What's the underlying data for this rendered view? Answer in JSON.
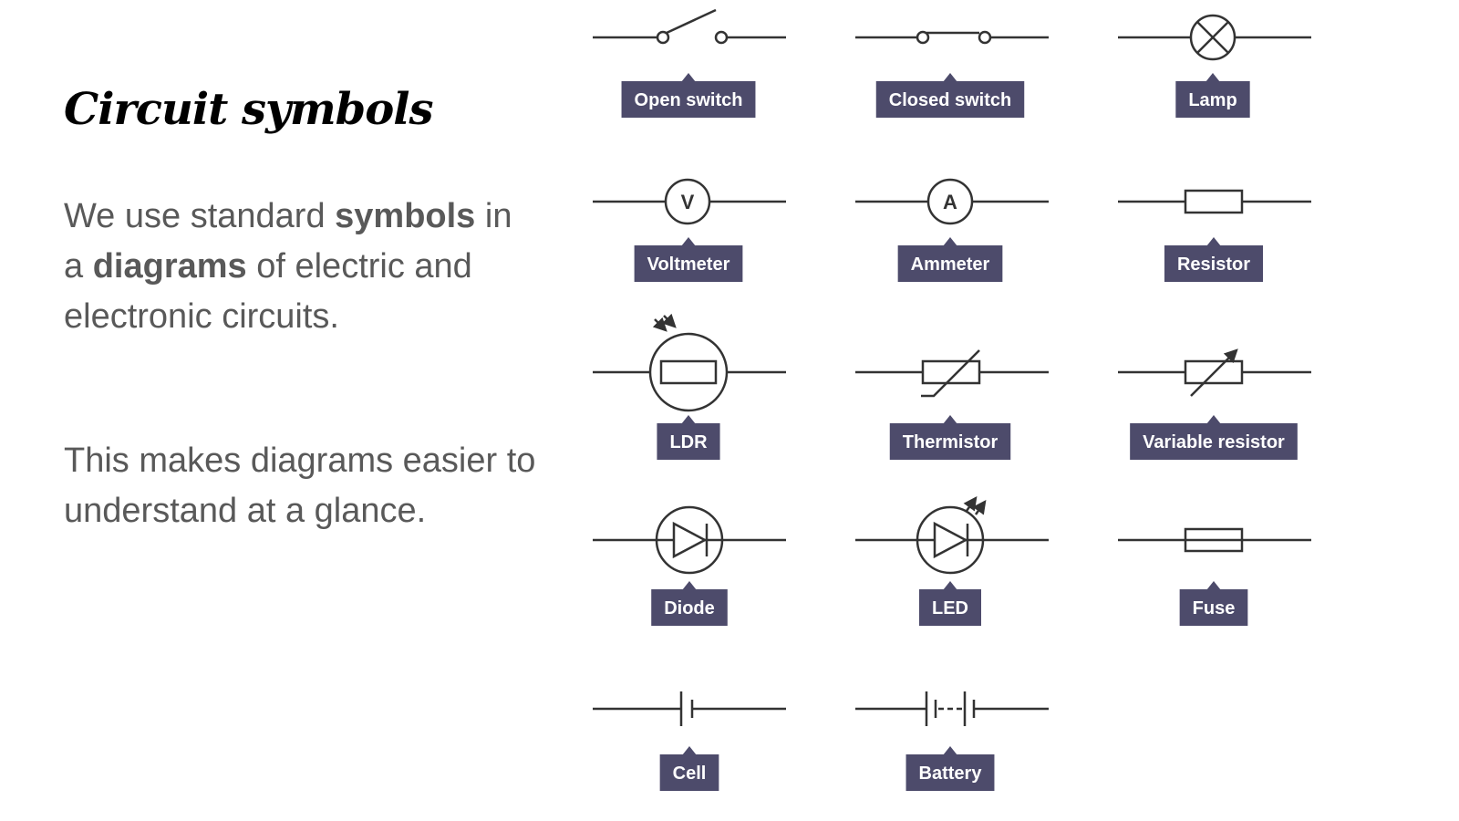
{
  "title": "Circuit symbols",
  "paragraph1": {
    "t1": "We use standard ",
    "b1": "symbols",
    "t2": " in a ",
    "b2": "diagrams",
    "t3": " of electric and electronic circuits."
  },
  "paragraph2": "This makes diagrams easier to understand at a glance.",
  "colors": {
    "label_bg": "#4d4b6b",
    "label_text": "#ffffff",
    "line": "#333333",
    "body_text": "#595959"
  },
  "symbols": [
    {
      "label": "Open switch",
      "icon": "open-switch-icon"
    },
    {
      "label": "Closed switch",
      "icon": "closed-switch-icon"
    },
    {
      "label": "Lamp",
      "icon": "lamp-icon"
    },
    {
      "label": "Voltmeter",
      "icon": "voltmeter-icon",
      "glyph": "V"
    },
    {
      "label": "Ammeter",
      "icon": "ammeter-icon",
      "glyph": "A"
    },
    {
      "label": "Resistor",
      "icon": "resistor-icon"
    },
    {
      "label": "LDR",
      "icon": "ldr-icon"
    },
    {
      "label": "Thermistor",
      "icon": "thermistor-icon"
    },
    {
      "label": "Variable resistor",
      "icon": "variable-resistor-icon"
    },
    {
      "label": "Diode",
      "icon": "diode-icon"
    },
    {
      "label": "LED",
      "icon": "led-icon"
    },
    {
      "label": "Fuse",
      "icon": "fuse-icon"
    },
    {
      "label": "Cell",
      "icon": "cell-icon"
    },
    {
      "label": "Battery",
      "icon": "battery-icon"
    }
  ]
}
